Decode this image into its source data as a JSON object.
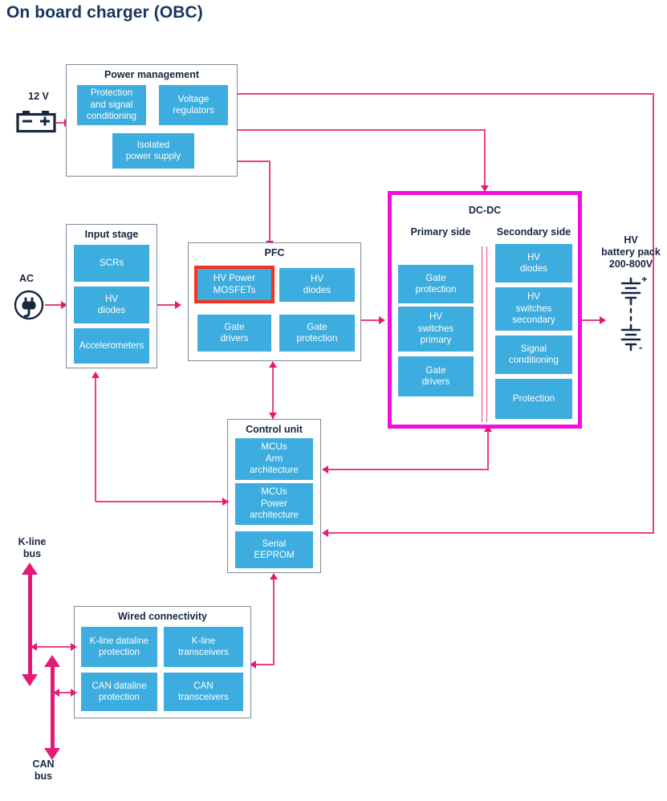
{
  "page": {
    "title": "On board charger (OBC)"
  },
  "colors": {
    "title": "#17365c",
    "block_fill": "#3cadde",
    "block_text": "#ffffff",
    "group_border": "#7d8a99",
    "connector": "#e8417f",
    "arrow": "#e51a78",
    "highlight_red": "#f5321e",
    "highlight_magenta": "#f50ddc"
  },
  "groups": {
    "power_management": {
      "title": "Power management",
      "blocks": [
        {
          "label": "Protection\nand signal\nconditioning"
        },
        {
          "label": "Voltage\nregulators"
        },
        {
          "label": "Isolated\npower supply"
        }
      ]
    },
    "input_stage": {
      "title": "Input stage",
      "blocks": [
        {
          "label": "SCRs"
        },
        {
          "label": "HV\ndiodes"
        },
        {
          "label": "Accelerometers"
        }
      ]
    },
    "pfc": {
      "title": "PFC",
      "blocks": [
        {
          "label": "HV Power\nMOSFETs",
          "highlighted": true
        },
        {
          "label": "HV\ndiodes",
          "highlighted": false
        },
        {
          "label": "Gate\ndrivers",
          "highlighted": false
        },
        {
          "label": "Gate\nprotection",
          "highlighted": false
        }
      ]
    },
    "dcdc": {
      "title": "DC-DC",
      "highlighted": true,
      "primary_side_title": "Primary side",
      "secondary_side_title": "Secondary side",
      "primary_blocks": [
        {
          "label": "Gate\nprotection"
        },
        {
          "label": "HV\nswitches\nprimary"
        },
        {
          "label": "Gate\ndrivers"
        }
      ],
      "secondary_blocks": [
        {
          "label": "HV\ndiodes"
        },
        {
          "label": "HV\nswitches\nsecondary"
        },
        {
          "label": "Signal\nconditioning"
        },
        {
          "label": "Protection"
        }
      ]
    },
    "control_unit": {
      "title": "Control unit",
      "blocks": [
        {
          "label": "MCUs\nArm\narchitecture"
        },
        {
          "label": "MCUs\nPower\narchitecture"
        },
        {
          "label": "Serial\nEEPROM"
        }
      ]
    },
    "wired_connectivity": {
      "title": "Wired connectivity",
      "blocks": [
        {
          "label": "K-line dataline\nprotection"
        },
        {
          "label": "K-line\ntransceivers"
        },
        {
          "label": "CAN dataline\nprotection"
        },
        {
          "label": "CAN\ntransceivers"
        }
      ]
    }
  },
  "side_labels": {
    "battery_12v": "12 V",
    "ac_input": "AC",
    "hv_battery": "HV\nbattery pack\n200-800V",
    "kline_bus": "K-line\nbus",
    "can_bus": "CAN\nbus"
  },
  "icons": {
    "battery_12v": "car-battery-icon",
    "ac_plug": "ac-plug-icon",
    "hv_battery_cells": "battery-cells-icon"
  }
}
